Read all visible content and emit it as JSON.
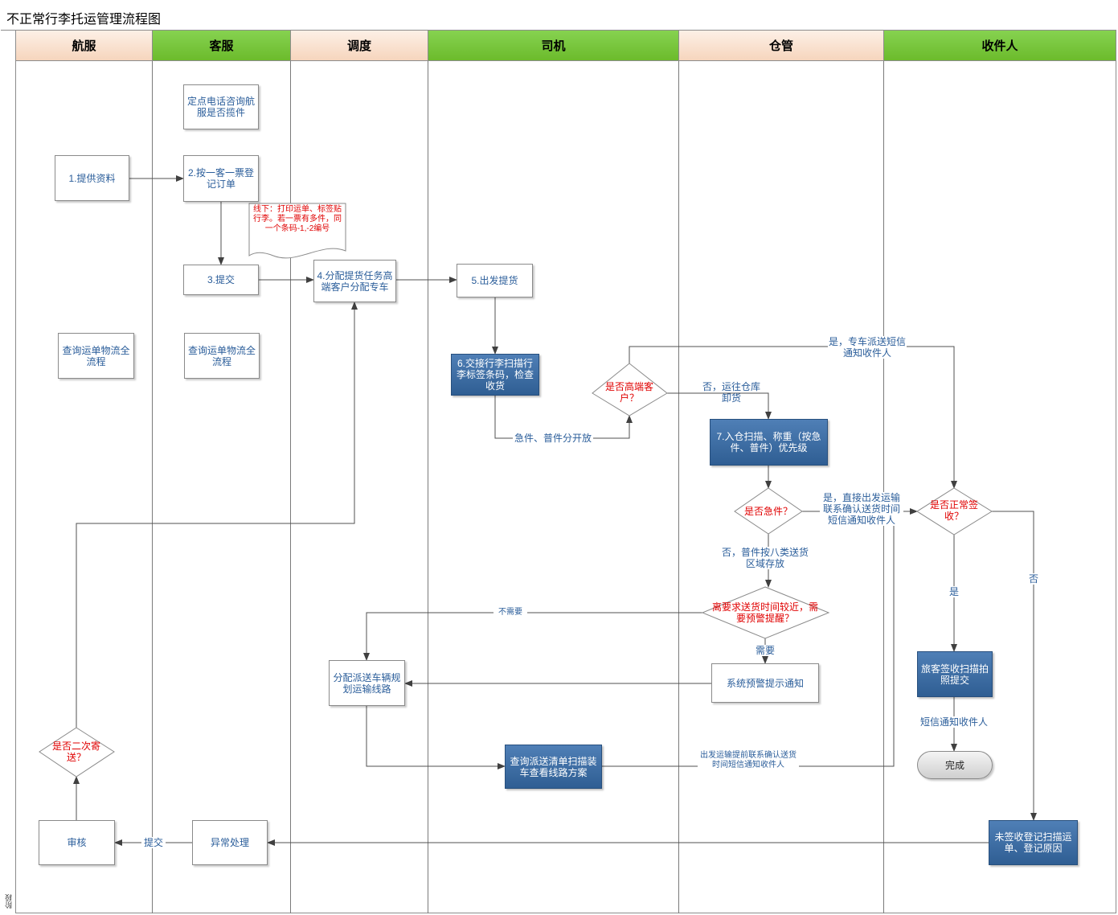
{
  "title": "不正常行李托运管理流程图",
  "stage_label": "阶段",
  "lanes": [
    {
      "name": "航服"
    },
    {
      "name": "客服"
    },
    {
      "name": "调度"
    },
    {
      "name": "司机"
    },
    {
      "name": "仓管"
    },
    {
      "name": "收件人"
    }
  ],
  "nodes": {
    "phone_consult": "定点电话咨询航服是否揽件",
    "provide_info": "1.提供资料",
    "register_order": "2.按一客一票登记订单",
    "offline_note": "线下：打印运单、标签贴行李。若一票有多件，同一个条码-1,-2编号",
    "submit": "3.提交",
    "assign_pickup": "4.分配提货任务高端客户分配专车",
    "driver_depart": "5.出发提货",
    "query_logistics_a": "查询运单物流全流程",
    "query_logistics_b": "查询运单物流全流程",
    "handover": "6.交接行李扫描行李标签条码，检查收货",
    "is_vip": "是否高端客户？",
    "warehouse_in": "7.入仓扫描、称重（按急件、普件）优先级",
    "is_urgent": "是否急件？",
    "is_normal_sign": "是否正常签收？",
    "need_warning": "离要求送货时间较近，需要预警提醒？",
    "warning_notice": "系统预警提示通知",
    "assign_vehicle": "分配派送车辆规划运输线路",
    "query_delivery": "查询派送清单扫描装车查看线路方案",
    "customer_sign": "旅客签收扫描拍照提交",
    "complete": "完成",
    "unsigned_register": "未签收登记扫描运单、登记原因",
    "exception_handling": "异常处理",
    "review": "审核",
    "resend": "是否二次寄送？"
  },
  "edge_labels": {
    "urgent_normal_split": "急件、普件分开放",
    "vip_yes": "是，专车派送短信通知收件人",
    "vip_no": "否，运往仓库\n卸货",
    "urgent_yes": "是，直接出发运输联系确认送货时间短信通知收件人",
    "urgent_no": "否，普件按八类送货区域存放",
    "no_need": "不需要",
    "need": "需要",
    "sign_yes": "是",
    "sign_no": "否",
    "sms_notify": "短信通知收件人",
    "depart_transport": "出发运输提前联系确认送货时间短信通知收件人",
    "submit_to_review": "提交"
  }
}
